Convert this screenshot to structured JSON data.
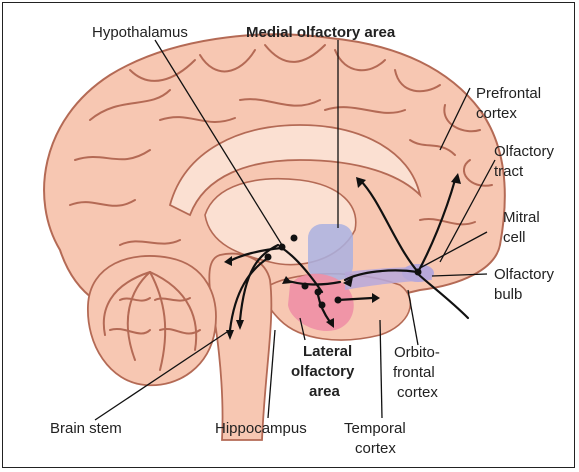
{
  "labels": {
    "hypothalamus": "Hypothalamus",
    "medial_olfactory_area": "Medial olfactory area",
    "prefrontal_1": "Prefrontal",
    "prefrontal_2": "cortex",
    "olfactory_tract_1": "Olfactory",
    "olfactory_tract_2": "tract",
    "mitral_cell_1": "Mitral",
    "mitral_cell_2": "cell",
    "olfactory_bulb_1": "Olfactory",
    "olfactory_bulb_2": "bulb",
    "lateral_olfactory_1": "Lateral",
    "lateral_olfactory_2": "olfactory",
    "lateral_olfactory_3": "area",
    "orbitofrontal_1": "Orbito-",
    "orbitofrontal_2": "frontal",
    "orbitofrontal_3": "cortex",
    "brain_stem": "Brain stem",
    "hippocampus": "Hippocampus",
    "temporal_cortex_1": "Temporal",
    "temporal_cortex_2": "cortex"
  },
  "colors": {
    "cortex_fill": "#f7c7b2",
    "cortex_outline": "#b46a55",
    "inner_fill": "#fbe0d2",
    "medial_area": "#aab0e0",
    "lateral_area": "#ee8fa5",
    "olfactory_bulb": "#b7a8da",
    "pathway": "#111111",
    "frame": "#222222"
  }
}
